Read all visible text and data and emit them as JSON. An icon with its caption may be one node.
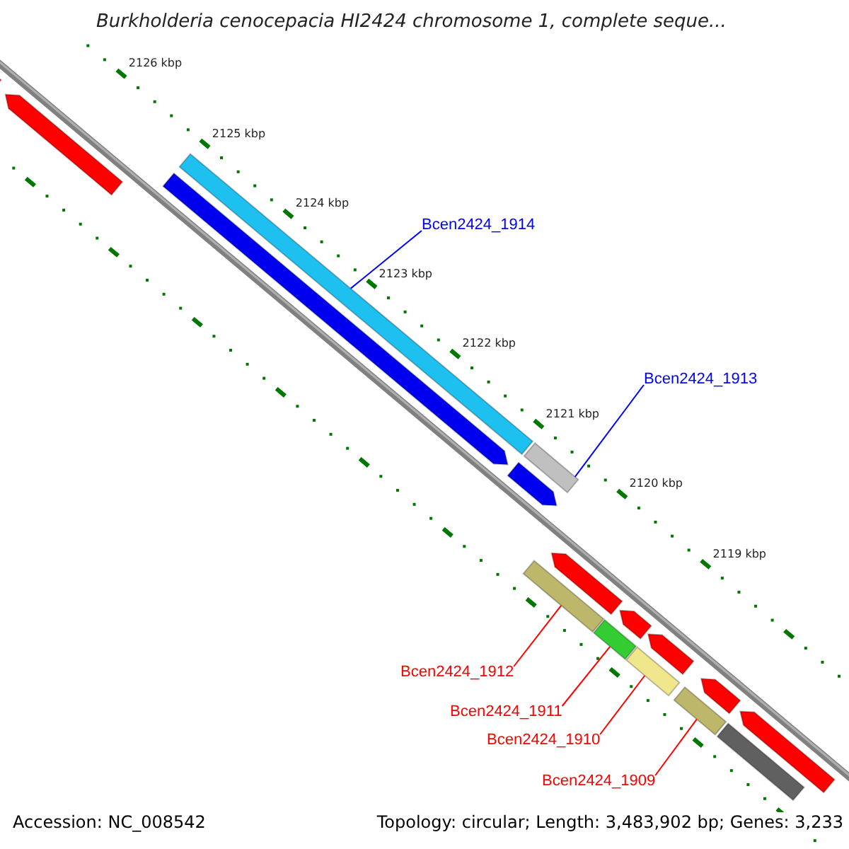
{
  "diagram": {
    "title": "Burkholderia cenocepacia HI2424 chromosome 1, complete seque...",
    "nodes": [
      {
        "text": [
          "Bcen2424_1914"
        ]
      },
      {
        "text": [],
        "shape": "bar"
      },
      {
        "text": [
          "Bcen2424_1913"
        ]
      },
      {
        "text": [],
        "shape": "bar"
      },
      {
        "text": [
          "Bcen2424_1912"
        ]
      },
      {
        "text": [],
        "shape": "bar"
      },
      {
        "text": [
          "Bcen2424_1911"
        ]
      },
      {
        "text": [],
        "shape": "bar"
      },
      {
        "text": [
          "Bcen2424_1910"
        ]
      },
      {
        "text": [],
        "shape": "bar"
      },
      {
        "text": [
          "Bcen2424_1909"
        ]
      },
      {
        "text": [],
        "shape": "bar"
      },
      {
        "text": [],
        "shape": "bar"
      },
      {
        "text": [],
        "shape": "bar"
      },
      {
        "text": [],
        "shape": "bar"
      },
      {
        "text": [],
        "shape": "bar"
      },
      {
        "text": [],
        "shape": "bar"
      },
      {
        "text": [],
        "shape": "bar"
      },
      {
        "text": [],
        "shape": "bar"
      },
      {
        "text": [],
        "shape": "bar"
      },
      {
        "text": [],
        "shape": "bar"
      },
      {
        "text": [],
        "shape": "bar"
      }
    ],
    "edges": [
      {
        "from": 0,
        "to": 1,
        "arrow": "none",
        "color": "#0000ff"
      },
      {
        "from": 2,
        "to": 3,
        "arrow": "none",
        "color": "#0000ff"
      },
      {
        "from": 4,
        "to": 5,
        "arrow": "none"
      },
      {
        "from": 6,
        "to": 7,
        "arrow": "none"
      },
      {
        "from": 8,
        "to": 9,
        "arrow": "none"
      },
      {
        "from": 10,
        "to": 11,
        "arrow": "none"
      }
    ],
    "labels": [
      "2126 kbp",
      "2125 kbp",
      "2124 kbp",
      "2123 kbp",
      "2122 kbp",
      "2121 kbp",
      "2120 kbp",
      "2119 kbp",
      "Accession: NC_008542",
      "Topology: circular; Length: 3,483,902 bp; Genes: 3,233"
    ]
  }
}
